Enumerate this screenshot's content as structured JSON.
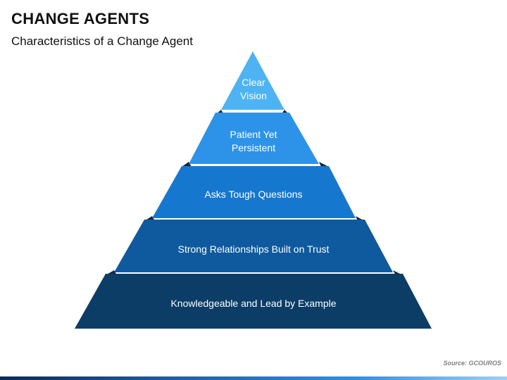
{
  "header": {
    "title": "CHANGE AGENTS",
    "subtitle": "Characteristics of a Change Agent"
  },
  "pyramid": {
    "levels": [
      {
        "label": "Clear\nVision",
        "color": "#4eb3f2"
      },
      {
        "label": "Patient Yet\nPersistent",
        "color": "#2d93e8"
      },
      {
        "label": "Asks Tough Questions",
        "color": "#1677cf"
      },
      {
        "label": "Strong Relationships Built on Trust",
        "color": "#0f5a9e"
      },
      {
        "label": "Knowledgeable and Lead by Example",
        "color": "#0c3d66"
      }
    ]
  },
  "footer": {
    "source": "Source: GCOUROS"
  }
}
